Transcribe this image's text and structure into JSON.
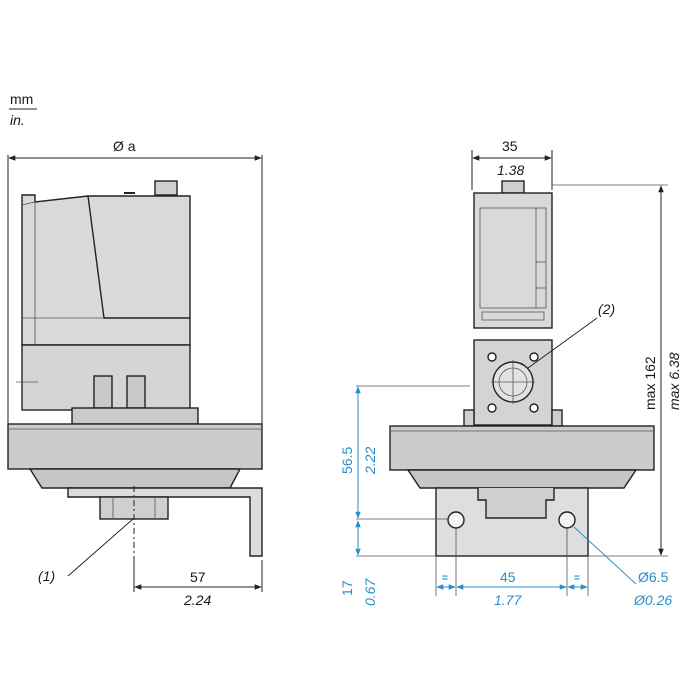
{
  "units": {
    "primary": "mm",
    "secondary": "in."
  },
  "callouts": {
    "one": "(1)",
    "two": "(2)"
  },
  "left_view": {
    "diameter_label": "Ø a",
    "dim_57_mm": "57",
    "dim_57_in": "2.24"
  },
  "right_view": {
    "width_mm": "35",
    "width_in": "1.38",
    "height_mm": "max 162",
    "height_in": "max 6.38",
    "h565_mm": "56.5",
    "h565_in": "2.22",
    "h17_mm": "17",
    "h17_in": "0.67",
    "spacing_mm": "45",
    "spacing_in": "1.77",
    "equal_sign": "=",
    "hole_mm": "Ø6.5",
    "hole_in": "Ø0.26"
  },
  "colors": {
    "body": "#d7d7d7",
    "body_dark": "#bdbdbd",
    "base": "#cfcfcf",
    "line": "#222222",
    "blue_dim": "#2a8fc8"
  }
}
